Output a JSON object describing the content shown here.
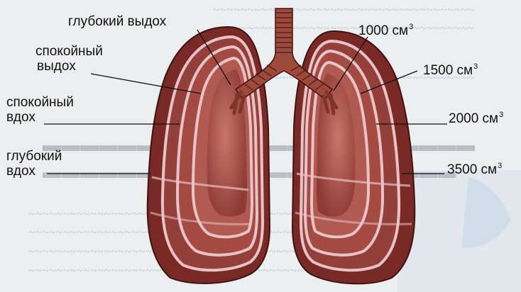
{
  "labels": {
    "deep_exhale": "глубокий выдох",
    "calm_exhale_1": "спокойный",
    "calm_exhale_2": "выдох",
    "calm_inhale_1": "спокойный",
    "calm_inhale_2": "вдох",
    "deep_inhale_1": "глубокий",
    "deep_inhale_2": "вдох",
    "vol_1000": "1000 см",
    "vol_1500": "1500 см",
    "vol_2000": "2000 см",
    "vol_3500": "3500 см",
    "unit_exp": "3"
  },
  "colors": {
    "lung_outer": "#7a2a26",
    "lung_mid": "#94403a",
    "lung_inner": "#a9534b",
    "lung_core": "#c06a60",
    "ring_highlight": "#e9c2c6",
    "bronchi": "#9c4a3c",
    "background": "#eceef0",
    "label_text": "#111111"
  },
  "icons": {
    "lungs": "lungs-illustration",
    "trachea": "trachea-icon"
  }
}
